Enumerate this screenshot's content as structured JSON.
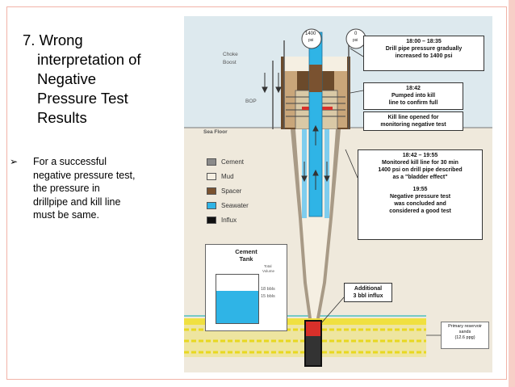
{
  "slide": {
    "title_lines": [
      "7. Wrong",
      "interpretation of",
      "Negative",
      "Pressure Test",
      "Results"
    ],
    "bullet_mark": "➢",
    "bullet_lines": [
      "For a successful",
      "negative pressure test,",
      "the pressure in",
      "drillpipe and kill line",
      "must be same."
    ]
  },
  "figure": {
    "gauges": [
      "1400",
      "psi",
      "0",
      "psi"
    ],
    "labels": {
      "choke": "Choke",
      "boost": "Boost",
      "bop": "BOP",
      "sea_floor": "Sea Floor"
    },
    "legend": [
      {
        "label": "Cement",
        "color": "#8a8a8a"
      },
      {
        "label": "Mud",
        "color": "#f5efe2"
      },
      {
        "label": "Spacer",
        "color": "#7a5230"
      },
      {
        "label": "Seawater",
        "color": "#2fb4e6"
      },
      {
        "label": "Influx",
        "color": "#111111"
      }
    ],
    "callouts": [
      {
        "lines": [
          "18:00 – 18:35",
          "Drill pipe pressure gradually",
          "increased to 1400 psi"
        ]
      },
      {
        "lines": [
          "18:42",
          "Pumped into kill",
          "line to confirm full"
        ]
      },
      {
        "lines": [
          "Kill line opened for",
          "monitoring negative test"
        ]
      },
      {
        "lines": [
          "18:42 – 19:55",
          "Monitored kill line for 30 min",
          "1400 psi on drill pipe described",
          "as a \"bladder effect\"",
          "",
          "19:55",
          "Negative pressure test",
          "was concluded and",
          "considered a good test"
        ]
      },
      {
        "lines": [
          "Additional",
          "3 bbl influx"
        ]
      }
    ],
    "tank": {
      "title_lines": [
        "Cement",
        "Tank"
      ],
      "volume_lines": [
        "Total",
        "Volume"
      ],
      "levels": [
        "18 bbls",
        "15 bbls"
      ]
    },
    "reservoir_lines": [
      "Primary reservoir",
      "sands",
      "(12.6 ppg)"
    ],
    "colors": {
      "seawater": "#2fb4e6",
      "spacer": "#7a5230",
      "mud": "#f5efe2",
      "sand": "#f0e040",
      "water_bg": "#dceaf0",
      "rock_bg": "#efe9dc"
    }
  }
}
